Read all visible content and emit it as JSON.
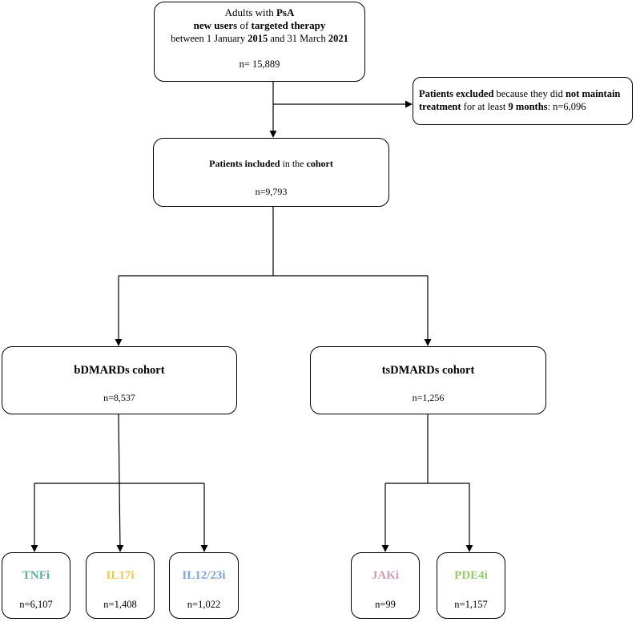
{
  "top": {
    "l1_pre": "Adults with ",
    "l1_bold": "PsA",
    "l2_b1": "new users",
    "l2_mid": " of ",
    "l2_b2": "targeted therapy",
    "l3_pre": "between 1 January ",
    "l3_b1": "2015",
    "l3_mid": " and 31 March ",
    "l3_b2": "2021",
    "n": "n= 15,889"
  },
  "excluded": {
    "b1": "Patients excluded",
    "t1": " because they did ",
    "b2": "not maintain treatment",
    "t2": " for at least ",
    "b3": "9 months",
    "t3": ": n=6,096"
  },
  "included": {
    "b1": "Patients included",
    "t1": " in the ",
    "b2": "cohort",
    "n": "n=9,793"
  },
  "bdmards": {
    "title": "bDMARDs cohort",
    "n": "n=8,537"
  },
  "tsdmards": {
    "title": "tsDMARDs cohort",
    "n": "n=1,256"
  },
  "leaves": {
    "tnfi": {
      "label": "TNFi",
      "n": "n=6,107",
      "color": "#5aaf95"
    },
    "il17i": {
      "label": "IL17i",
      "n": "n=1,408",
      "color": "#ecc949"
    },
    "il1223i": {
      "label": "IL12/23i",
      "n": "n=1,022",
      "color": "#7fa4d6"
    },
    "jaki": {
      "label": "JAKi",
      "n": "n=99",
      "color": "#d69ab3"
    },
    "pde4i": {
      "label": "PDE4i",
      "n": "n=1,157",
      "color": "#98c96a"
    }
  }
}
